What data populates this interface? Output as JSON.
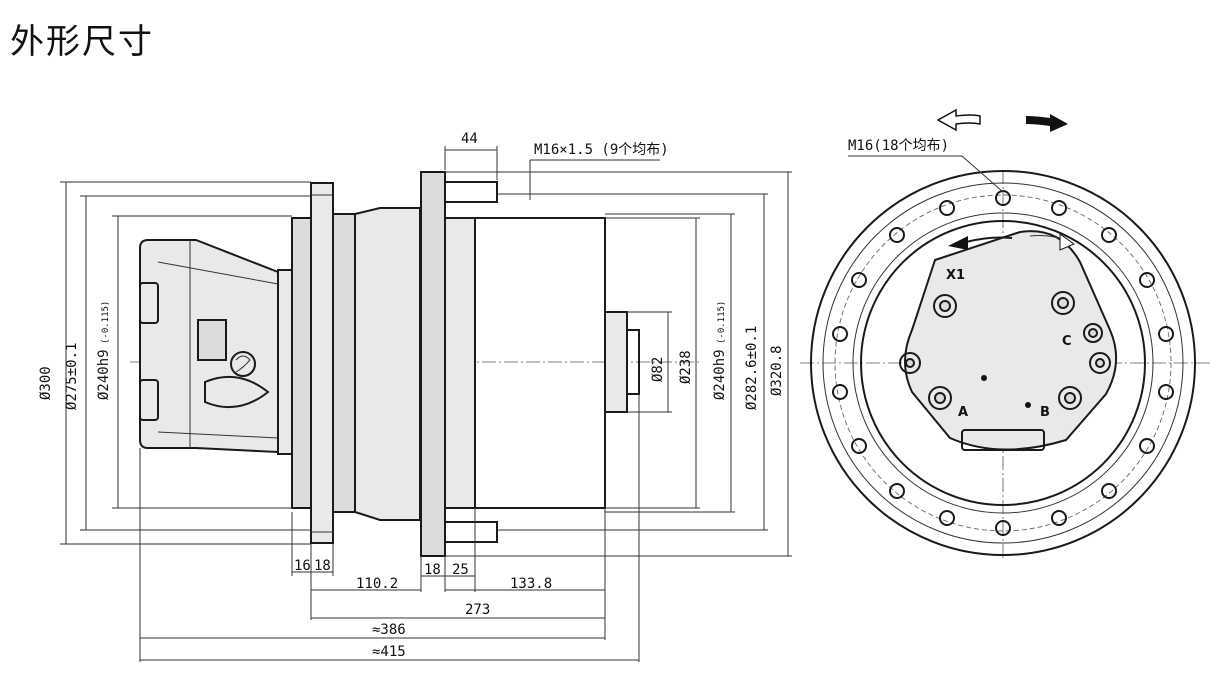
{
  "title": "外形尺寸",
  "side_view": {
    "dim_44": "44",
    "thread_note": "M16×1.5 (9个均布)",
    "dia_300": "Ø300",
    "dia_275": "Ø275±0.1",
    "dia_240_left": "Ø240h9",
    "dia_240_left_tol": "(-0.115)",
    "dia_82": "Ø82",
    "dia_238": "Ø238",
    "dia_240_right": "Ø240h9",
    "dia_240_right_tol": "(-0.115)",
    "dia_282": "Ø282.6±0.1",
    "dia_320": "Ø320.8",
    "dim_16": "16",
    "dim_18a": "18",
    "dim_18b": "18",
    "dim_25": "25",
    "dim_110": "110.2",
    "dim_133": "133.8",
    "dim_273": "273",
    "dim_386": "≈386",
    "dim_415": "≈415"
  },
  "end_view": {
    "thread_note": "M16(18个均布)",
    "port_x1": "X1",
    "port_a": "A",
    "port_b": "B",
    "port_c": "C"
  }
}
